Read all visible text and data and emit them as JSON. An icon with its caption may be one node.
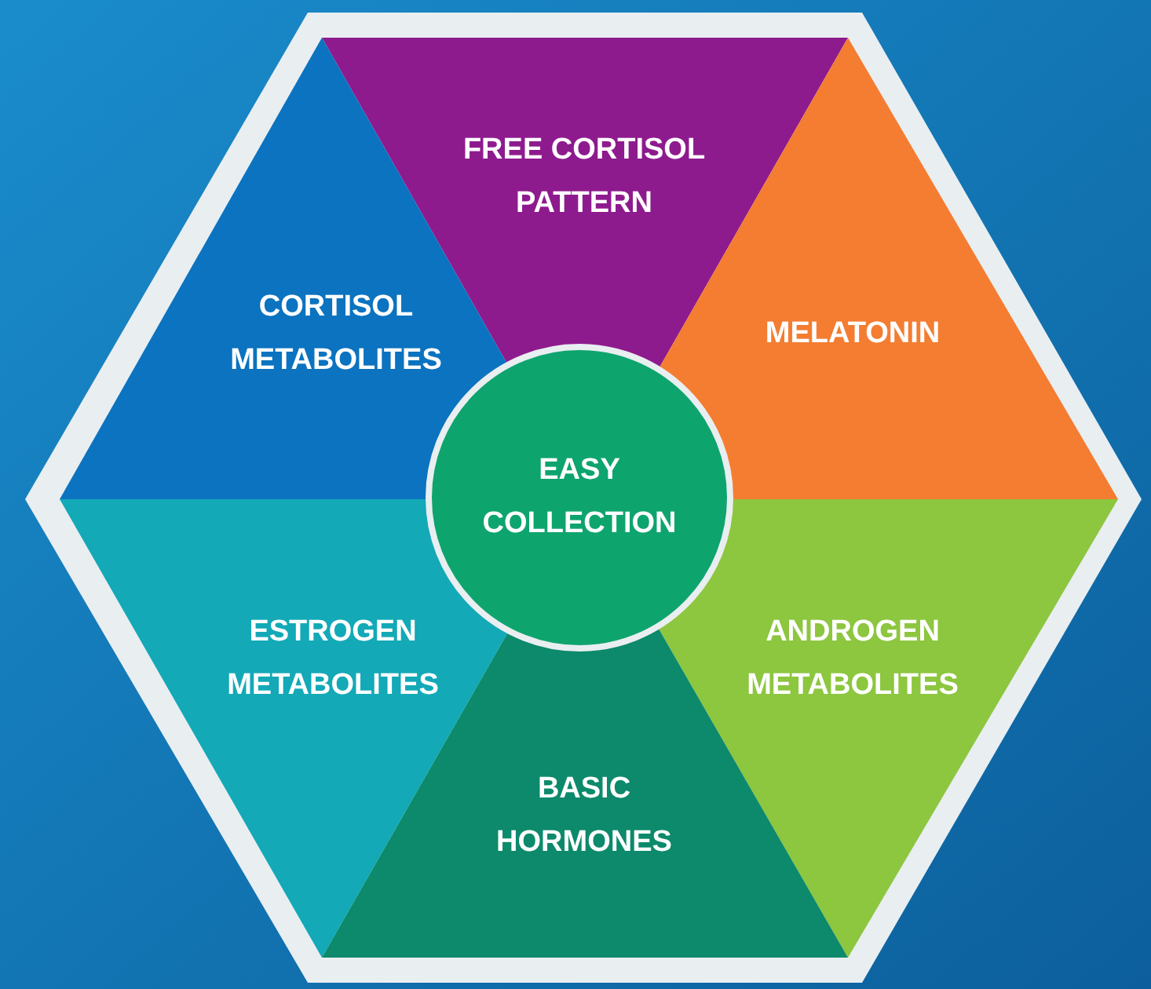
{
  "diagram": {
    "nodes": [
      {
        "text": [
          "FREE CORTISOL PATTERN"
        ]
      },
      {
        "text": [
          "CORTISOL METABOLITES"
        ]
      },
      {
        "text": [
          "MELATONIN"
        ]
      },
      {
        "text": [
          "EASY COLLECTION"
        ]
      },
      {
        "text": [
          "ESTROGEN METABOLITES"
        ]
      },
      {
        "text": [
          "ANDROGEN METABOLITES"
        ]
      },
      {
        "text": [
          "BASIC HORMONES"
        ]
      }
    ]
  }
}
